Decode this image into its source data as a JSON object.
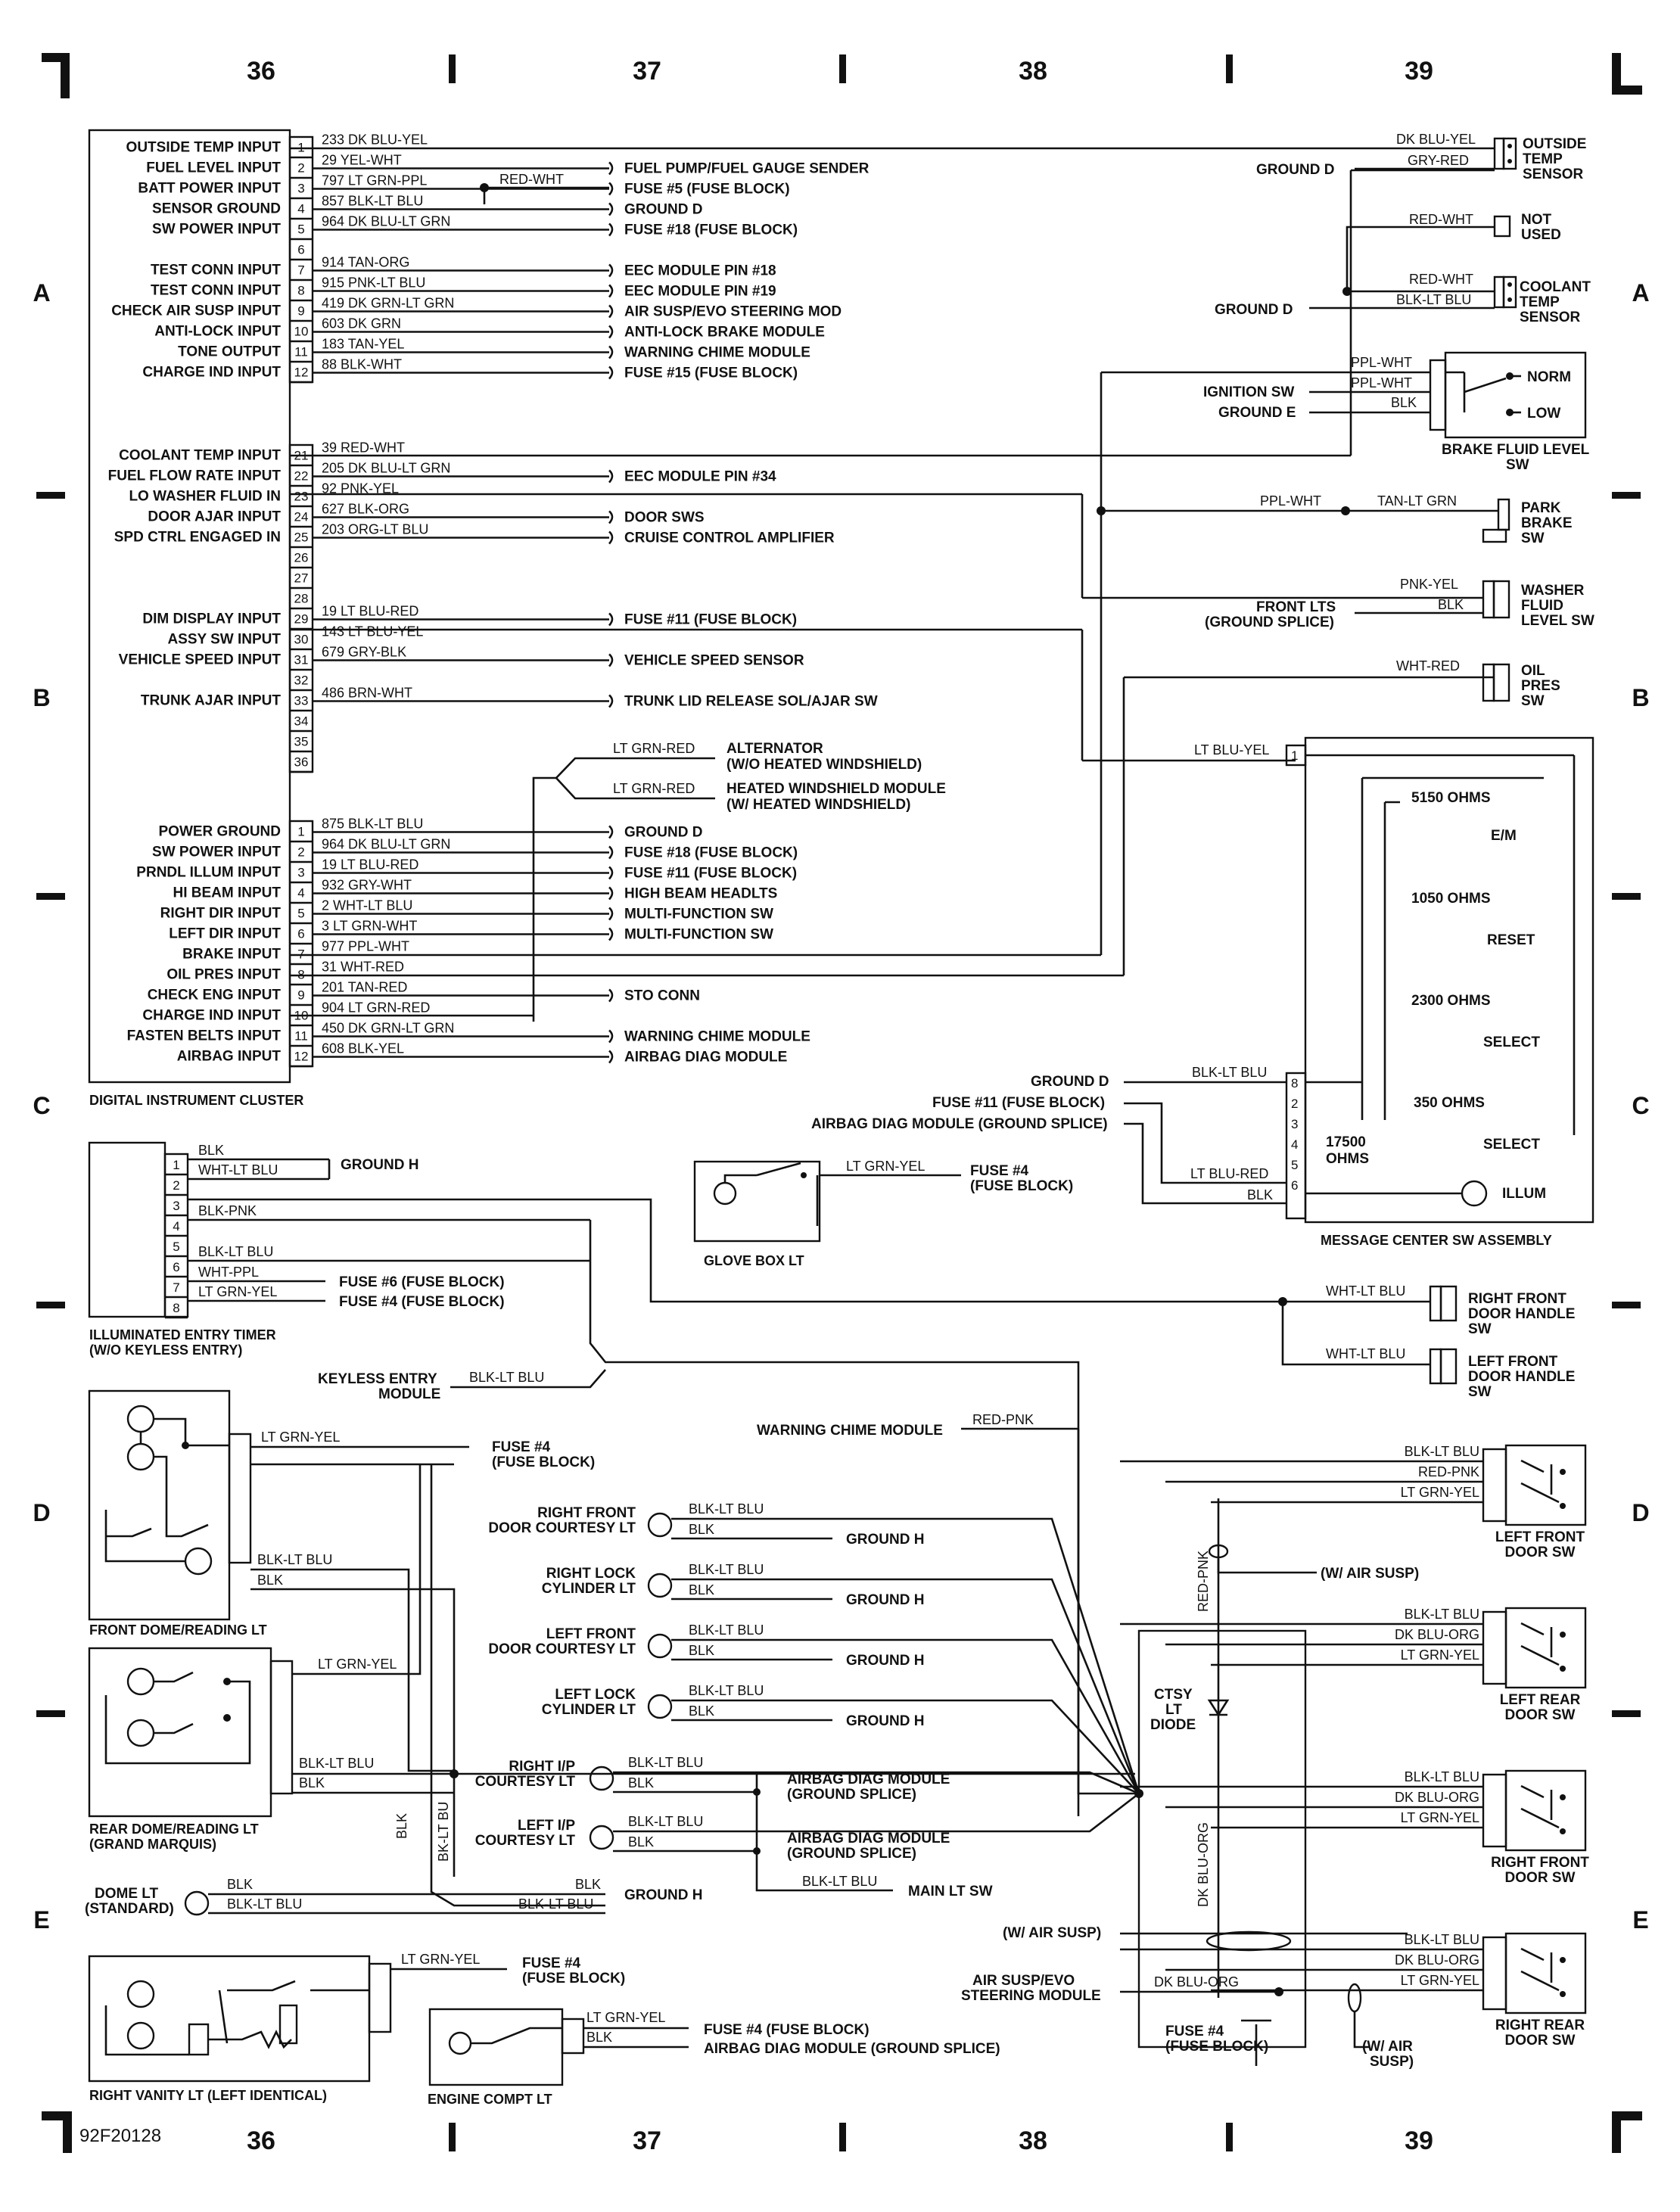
{
  "columns": [
    "36",
    "37",
    "38",
    "39"
  ],
  "rows": [
    "A",
    "B",
    "C",
    "D",
    "E"
  ],
  "figure_id": "92F20128",
  "cluster": {
    "title": "DIGITAL INSTRUMENT CLUSTER",
    "c1": [
      {
        "pin": "1",
        "label": "OUTSIDE TEMP INPUT",
        "wire": "233 DK BLU-YEL",
        "dest": ""
      },
      {
        "pin": "2",
        "label": "FUEL LEVEL INPUT",
        "wire": "29 YEL-WHT",
        "dest": "FUEL PUMP/FUEL GAUGE SENDER"
      },
      {
        "pin": "3",
        "label": "BATT POWER INPUT",
        "wire": "797 LT GRN-PPL",
        "dest": "FUSE #5 (FUSE BLOCK)"
      },
      {
        "pin": "4",
        "label": "SENSOR GROUND",
        "wire": "857 BLK-LT BLU",
        "dest": "GROUND D"
      },
      {
        "pin": "5",
        "label": "SW POWER INPUT",
        "wire": "964 DK BLU-LT GRN",
        "dest": "FUSE #18 (FUSE BLOCK)"
      },
      {
        "pin": "6",
        "label": "",
        "wire": "",
        "dest": ""
      },
      {
        "pin": "7",
        "label": "TEST CONN INPUT",
        "wire": "914 TAN-ORG",
        "dest": "EEC MODULE PIN #18"
      },
      {
        "pin": "8",
        "label": "TEST CONN INPUT",
        "wire": "915 PNK-LT BLU",
        "dest": "EEC MODULE PIN #19"
      },
      {
        "pin": "9",
        "label": "CHECK AIR SUSP INPUT",
        "wire": "419 DK GRN-LT GRN",
        "dest": "AIR SUSP/EVO STEERING MOD"
      },
      {
        "pin": "10",
        "label": "ANTI-LOCK INPUT",
        "wire": "603 DK GRN",
        "dest": "ANTI-LOCK BRAKE MODULE"
      },
      {
        "pin": "11",
        "label": "TONE OUTPUT",
        "wire": "183 TAN-YEL",
        "dest": "WARNING CHIME MODULE"
      },
      {
        "pin": "12",
        "label": "CHARGE IND INPUT",
        "wire": "88 BLK-WHT",
        "dest": "FUSE #15 (FUSE BLOCK)"
      }
    ],
    "c2": [
      {
        "pin": "21",
        "label": "COOLANT TEMP INPUT",
        "wire": "39 RED-WHT",
        "dest": ""
      },
      {
        "pin": "22",
        "label": "FUEL FLOW RATE INPUT",
        "wire": "205 DK BLU-LT GRN",
        "dest": "EEC MODULE PIN #34"
      },
      {
        "pin": "23",
        "label": "LO WASHER FLUID IN",
        "wire": "92 PNK-YEL",
        "dest": ""
      },
      {
        "pin": "24",
        "label": "DOOR AJAR INPUT",
        "wire": "627 BLK-ORG",
        "dest": "DOOR SWS"
      },
      {
        "pin": "25",
        "label": "SPD CTRL ENGAGED IN",
        "wire": "203 ORG-LT BLU",
        "dest": "CRUISE CONTROL AMPLIFIER"
      },
      {
        "pin": "26",
        "label": "",
        "wire": "",
        "dest": ""
      },
      {
        "pin": "27",
        "label": "",
        "wire": "",
        "dest": ""
      },
      {
        "pin": "28",
        "label": "",
        "wire": "",
        "dest": ""
      },
      {
        "pin": "29",
        "label": "DIM DISPLAY INPUT",
        "wire": "19 LT BLU-RED",
        "dest": "FUSE #11 (FUSE BLOCK)"
      },
      {
        "pin": "30",
        "label": "ASSY SW INPUT",
        "wire": "143 LT BLU-YEL",
        "dest": ""
      },
      {
        "pin": "31",
        "label": "VEHICLE SPEED INPUT",
        "wire": "679 GRY-BLK",
        "dest": "VEHICLE SPEED SENSOR"
      },
      {
        "pin": "32",
        "label": "",
        "wire": "",
        "dest": ""
      },
      {
        "pin": "33",
        "label": "TRUNK AJAR INPUT",
        "wire": "486 BRN-WHT",
        "dest": "TRUNK LID RELEASE SOL/AJAR SW"
      },
      {
        "pin": "34",
        "label": "",
        "wire": "",
        "dest": ""
      },
      {
        "pin": "35",
        "label": "",
        "wire": "",
        "dest": ""
      },
      {
        "pin": "36",
        "label": "",
        "wire": "",
        "dest": ""
      }
    ],
    "c3": [
      {
        "pin": "1",
        "label": "POWER GROUND",
        "wire": "875 BLK-LT BLU",
        "dest": "GROUND D"
      },
      {
        "pin": "2",
        "label": "SW POWER INPUT",
        "wire": "964 DK BLU-LT GRN",
        "dest": "FUSE #18 (FUSE BLOCK)"
      },
      {
        "pin": "3",
        "label": "PRNDL ILLUM INPUT",
        "wire": "19 LT BLU-RED",
        "dest": "FUSE #11 (FUSE BLOCK)"
      },
      {
        "pin": "4",
        "label": "HI BEAM INPUT",
        "wire": "932 GRY-WHT",
        "dest": "HIGH BEAM HEADLTS"
      },
      {
        "pin": "5",
        "label": "RIGHT DIR INPUT",
        "wire": "2 WHT-LT BLU",
        "dest": "MULTI-FUNCTION SW"
      },
      {
        "pin": "6",
        "label": "LEFT DIR INPUT",
        "wire": "3 LT GRN-WHT",
        "dest": "MULTI-FUNCTION SW"
      },
      {
        "pin": "7",
        "label": "BRAKE INPUT",
        "wire": "977 PPL-WHT",
        "dest": ""
      },
      {
        "pin": "8",
        "label": "OIL PRES INPUT",
        "wire": "31 WHT-RED",
        "dest": ""
      },
      {
        "pin": "9",
        "label": "CHECK ENG INPUT",
        "wire": "201 TAN-RED",
        "dest": "STO CONN"
      },
      {
        "pin": "10",
        "label": "CHARGE IND INPUT",
        "wire": "904 LT GRN-RED",
        "dest": ""
      },
      {
        "pin": "11",
        "label": "FASTEN BELTS INPUT",
        "wire": "450 DK GRN-LT GRN",
        "dest": "WARNING CHIME MODULE"
      },
      {
        "pin": "12",
        "label": "AIRBAG INPUT",
        "wire": "608 BLK-YEL",
        "dest": "AIRBAG DIAG MODULE"
      }
    ],
    "red_wht": "RED-WHT",
    "alt_wire": "LT GRN-RED",
    "alt1": "ALTERNATOR",
    "alt1b": "(W/O HEATED WINDSHIELD)",
    "alt2": "HEATED WINDSHIELD MODULE",
    "alt2b": "(W/ HEATED WINDSHIELD)"
  },
  "right_side": {
    "outside_temp": {
      "w1": "DK BLU-YEL",
      "w2": "GRY-RED",
      "gnd": "GROUND D",
      "name": [
        "OUTSIDE",
        "TEMP",
        "SENSOR"
      ]
    },
    "not_used": {
      "w": "RED-WHT",
      "name": [
        "NOT",
        "USED"
      ]
    },
    "coolant": {
      "w1": "RED-WHT",
      "w2": "BLK-LT BLU",
      "gnd": "GROUND D",
      "name": [
        "COOLANT",
        "TEMP",
        "SENSOR"
      ]
    },
    "brake_fluid": {
      "w1": "PPL-WHT",
      "w2": "PPL-WHT",
      "w3": "BLK",
      "ign": "IGNITION SW",
      "gnd": "GROUND E",
      "norm": "NORM",
      "low": "LOW",
      "name": [
        "BRAKE FLUID LEVEL",
        "SW"
      ]
    },
    "park_brake": {
      "w1": "PPL-WHT",
      "w2": "TAN-LT GRN",
      "name": [
        "PARK",
        "BRAKE",
        "SW"
      ]
    },
    "washer": {
      "w1": "PNK-YEL",
      "w2": "BLK",
      "gnd": [
        "FRONT LTS",
        "(GROUND SPLICE)"
      ],
      "name": [
        "WASHER",
        "FLUID",
        "LEVEL SW"
      ]
    },
    "oil_pres": {
      "w": "WHT-RED",
      "name": [
        "OIL",
        "PRES",
        "SW"
      ]
    },
    "msg_center": {
      "title": "MESSAGE CENTER SW ASSEMBLY",
      "w_in": "LT BLU-YEL",
      "gnd": "GROUND D",
      "gnd_w": "BLK-LT BLU",
      "fuse": "FUSE #11 (FUSE BLOCK)",
      "airbag": "AIRBAG DIAG MODULE (GROUND SPLICE)",
      "w_fuse": "LT BLU-RED",
      "w_blk": "BLK",
      "r1": "5150 OHMS",
      "s1": "E/M",
      "r2": "1050 OHMS",
      "s2": "RESET",
      "r3": "2300 OHMS",
      "s3": "SELECT",
      "r4": "350 OHMS",
      "s4": "SELECT",
      "r5": "17500",
      "r5b": "OHMS",
      "illum": "ILLUM",
      "pins": [
        "1",
        "8",
        "2",
        "3",
        "4",
        "5",
        "6"
      ]
    }
  },
  "entry_timer": {
    "title": "ILLUMINATED ENTRY TIMER",
    "sub": "(W/O KEYLESS ENTRY)",
    "pins": [
      "1",
      "2",
      "3",
      "4",
      "5",
      "6",
      "7",
      "8"
    ],
    "w1": "BLK",
    "w2": "WHT-LT BLU",
    "w4": "BLK-PNK",
    "w6": "BLK-LT BLU",
    "w7": "WHT-PPL",
    "w8": "LT GRN-YEL",
    "gnd": "GROUND H",
    "f6": "FUSE #6 (FUSE BLOCK)",
    "f4": "FUSE #4 (FUSE BLOCK)",
    "keyless": "KEYLESS ENTRY",
    "keyless2": "MODULE",
    "keyless_w": "BLK-LT BLU"
  },
  "glove": {
    "name": "GLOVE BOX LT",
    "w": "LT GRN-YEL",
    "f": "FUSE #4",
    "f2": "(FUSE BLOCK)"
  },
  "chime": {
    "name": "WARNING CHIME MODULE",
    "w": "RED-PNK"
  },
  "door_handles": [
    {
      "w": "WHT-LT BLU",
      "name": [
        "RIGHT FRONT",
        "DOOR HANDLE",
        "SW"
      ]
    },
    {
      "w": "WHT-LT BLU",
      "name": [
        "LEFT FRONT",
        "DOOR HANDLE",
        "SW"
      ]
    }
  ],
  "front_dome": {
    "name": "FRONT DOME/READING LT",
    "w1": "LT GRN-YEL",
    "w2": "BLK-LT BLU",
    "w3": "BLK",
    "f": "FUSE #4",
    "f2": "(FUSE BLOCK)"
  },
  "rear_dome": {
    "name": "REAR DOME/READING LT",
    "sub": "(GRAND MARQUIS)",
    "w1": "LT GRN-YEL",
    "w2": "BLK-LT BLU",
    "w3": "BLK",
    "v1": "BLK",
    "v2": "BK-LT BU"
  },
  "courtesy": [
    {
      "name": [
        "RIGHT FRONT",
        "DOOR COURTESY LT"
      ],
      "w1": "BLK-LT BLU",
      "w2": "BLK",
      "g": "GROUND H"
    },
    {
      "name": [
        "RIGHT LOCK",
        "CYLINDER LT"
      ],
      "w1": "BLK-LT BLU",
      "w2": "BLK",
      "g": "GROUND H"
    },
    {
      "name": [
        "LEFT FRONT",
        "DOOR COURTESY LT"
      ],
      "w1": "BLK-LT BLU",
      "w2": "BLK",
      "g": "GROUND H"
    },
    {
      "name": [
        "LEFT LOCK",
        "CYLINDER LT"
      ],
      "w1": "BLK-LT BLU",
      "w2": "BLK",
      "g": "GROUND H"
    }
  ],
  "ip_courtesy": [
    {
      "name": [
        "RIGHT I/P",
        "COURTESY LT"
      ],
      "w1": "BLK-LT BLU",
      "w2": "BLK",
      "d": "AIRBAG DIAG MODULE",
      "d2": "(GROUND SPLICE)"
    },
    {
      "name": [
        "LEFT I/P",
        "COURTESY LT"
      ],
      "w1": "BLK-LT BLU",
      "w2": "BLK",
      "d": "AIRBAG DIAG MODULE",
      "d2": "(GROUND SPLICE)"
    }
  ],
  "main_lt": {
    "w": "BLK-LT BLU",
    "d": "MAIN LT SW"
  },
  "dome_std": {
    "name": "DOME LT",
    "sub": "(STANDARD)",
    "w1": "BLK",
    "w2": "BLK-LT BLU",
    "w3": "BLK",
    "w4": "BLK-LT BLU",
    "g": "GROUND H"
  },
  "vanity": {
    "name": "RIGHT VANITY LT (LEFT IDENTICAL)",
    "w": "LT GRN-YEL",
    "f": "FUSE #4",
    "f2": "(FUSE BLOCK)"
  },
  "engine": {
    "name": "ENGINE COMPT LT",
    "w1": "LT GRN-YEL",
    "w2": "BLK",
    "f": "FUSE #4 (FUSE BLOCK)",
    "a": "AIRBAG DIAG MODULE (GROUND SPLICE)"
  },
  "door_sws": [
    {
      "name": [
        "LEFT FRONT",
        "DOOR SW"
      ],
      "w1": "BLK-LT BLU",
      "w2": "RED-PNK",
      "w3": "LT GRN-YEL"
    },
    {
      "name": [
        "LEFT REAR",
        "DOOR SW"
      ],
      "w1": "BLK-LT BLU",
      "w2": "DK BLU-ORG",
      "w3": "LT GRN-YEL"
    },
    {
      "name": [
        "RIGHT FRONT",
        "DOOR SW"
      ],
      "w1": "BLK-LT BLU",
      "w2": "DK BLU-ORG",
      "w3": "LT GRN-YEL"
    },
    {
      "name": [
        "RIGHT REAR",
        "DOOR SW"
      ],
      "w1": "BLK-LT BLU",
      "w2": "DK BLU-ORG",
      "w3": "LT GRN-YEL"
    }
  ],
  "air_susp": {
    "t1": "(W/ AIR SUSP)",
    "t2": "(W/ AIR SUSP)",
    "t3": "(W/ AIR",
    "t3b": "SUSP)",
    "mod": "AIR SUSP/EVO",
    "mod2": "STEERING MODULE",
    "w": "DK BLU-ORG",
    "f": "FUSE #4",
    "f2": "(FUSE BLOCK)"
  },
  "diode": {
    "name": [
      "CTSY",
      "LT",
      "DIODE"
    ],
    "wv1": "RED-PNK",
    "wv2": "DK BLU-ORG"
  }
}
